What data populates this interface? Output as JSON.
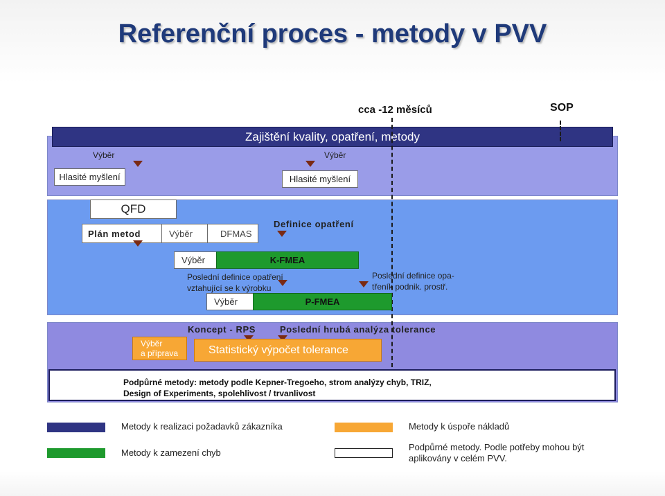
{
  "title": "Referenční proces - metody v PVV",
  "timeline": {
    "cca": "cca -12 měsíců",
    "sop": "SOP"
  },
  "header_bar": "Zajištění kvality, opatření, metody",
  "row1": {
    "vyber_left": "Výběr",
    "vyber_right": "Výběr",
    "hlasite_left": "Hlasité myšlení",
    "hlasite_right": "Hlasité myšlení"
  },
  "row2": {
    "qfd": "QFD",
    "plan_metod": "Plán metod",
    "vyber": "Výběr",
    "dfmas": "DFMAS",
    "definice": "Definice opatření"
  },
  "row3": {
    "vyber": "Výběr",
    "kfmea": "K-FMEA",
    "posledni_line1": "Poslední definice opatření",
    "posledni_line2": "vztahující se k výrobku",
    "posledni_right_line1": "Poslední definice opa-",
    "posledni_right_line2": "třeník podnik. prostř.",
    "vyber_p": "Výběr",
    "pfmea": "P-FMEA"
  },
  "row4": {
    "koncept": "Koncept - RPS",
    "posledni_hruba": "Poslední hrubá analýza tolerance",
    "vyber_line1": "Výběr",
    "vyber_line2": "a příprava",
    "statisticky": "Statistický výpočet tolerance"
  },
  "support": {
    "line1": "Podpůrné metody: metody podle Kepner-Tregoeho, strom analýzy chyb, TRIZ,",
    "line2": "Design of Experiments, spolehlivost / trvanlivost"
  },
  "legend": {
    "navy": "Metody k realizaci požadavků zákazníka",
    "orange": "Metody k úspoře nákladů",
    "green": "Metody k zamezení chyb",
    "white_line1": "Podpůrné metody. Podle potřeby mohou být",
    "white_line2": "aplikovány v celém PVV."
  },
  "colors": {
    "navy": "#2f3483",
    "green": "#1e9a2d",
    "orange": "#f7a735",
    "band_light": "#9a9ce8",
    "band_blue": "#6c9bf0",
    "band_violet": "#8f8ae0",
    "marker": "#7a2a14"
  }
}
